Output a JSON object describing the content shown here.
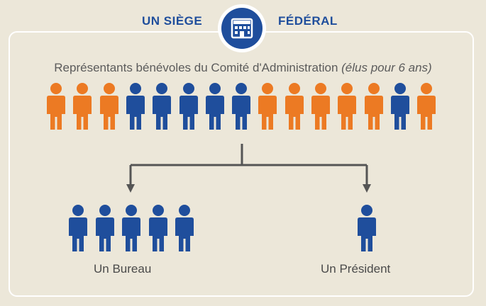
{
  "header": {
    "left_word": "UN SIÈGE",
    "right_word": "FÉDÉRAL",
    "icon": "building-icon"
  },
  "board": {
    "title": "Représentants bénévoles du Comité d'Administration",
    "title_note": "(élus pour 6 ans)",
    "members": [
      "orange",
      "orange",
      "orange",
      "blue",
      "blue",
      "blue",
      "blue",
      "blue",
      "orange",
      "orange",
      "orange",
      "orange",
      "orange",
      "blue",
      "orange"
    ]
  },
  "bureau": {
    "label": "Un Bureau",
    "members": [
      "blue",
      "blue",
      "blue",
      "blue",
      "blue"
    ]
  },
  "president": {
    "label": "Un Président",
    "members": [
      "blue"
    ]
  },
  "colors": {
    "orange": "#ec7a23",
    "blue": "#1f4e9c",
    "line": "#555555",
    "background": "#ece7d9"
  }
}
